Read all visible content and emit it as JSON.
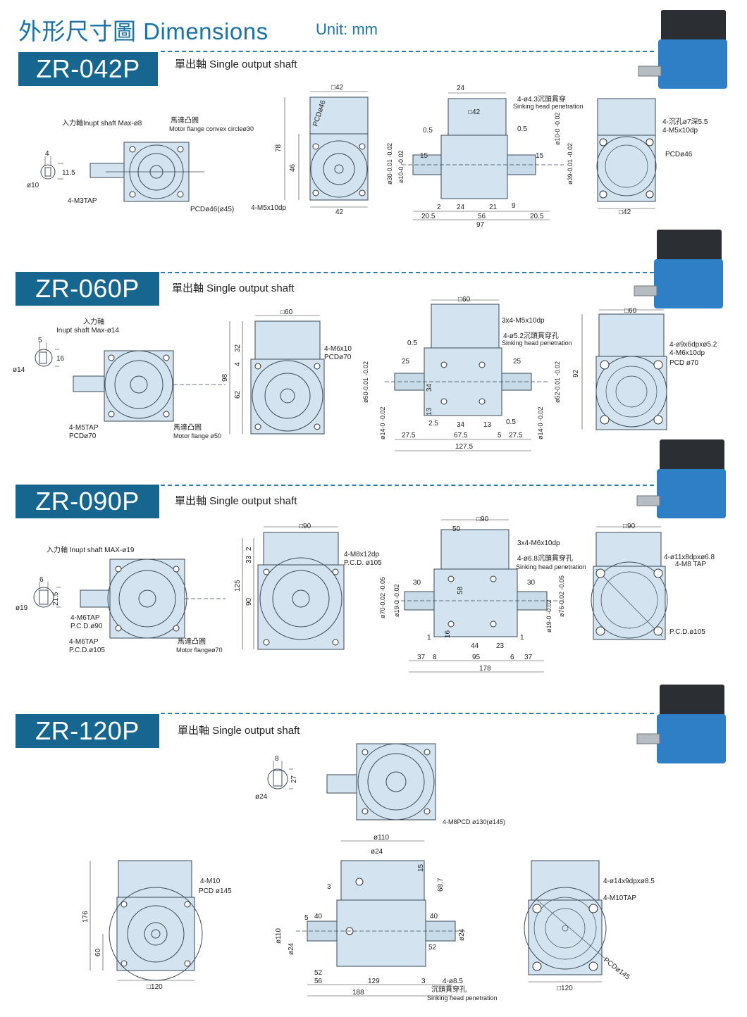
{
  "header": {
    "title": "外形尺寸圖 Dimensions",
    "unit": "Unit: mm"
  },
  "sections": [
    {
      "model": "ZR-042P",
      "desc": "單出軸 Single output shaft",
      "labels": {
        "input_shaft": "入力軸Inupt shaft Max-ø8",
        "motor_flange_cn": "馬達凸圓",
        "motor_flange_en": "Motor flange convex circleø30",
        "tap": "4-M3TAP",
        "pcd": "PCDø46(ø45)",
        "d_w": "4",
        "d_key": "11.5",
        "d_shaft": "ø10",
        "front_sq": "□42",
        "front_pcd": "PCDø46",
        "front_h": "78",
        "front_h2": "46",
        "front_w": "42",
        "front_tap": "4-M5x10dp",
        "side_top": "24",
        "side_sq": "□42",
        "side_hole_cn": "4-ø4.3沉頭貫穿",
        "side_hole_en": "Sinking head penetration",
        "side_l05": "0.5",
        "side_r05": "0.5",
        "side_l15": "15",
        "side_r15": "15",
        "side_d30": "ø30-0.01 -0.02",
        "side_d10": "ø10-0 -0.02",
        "side_d10r": "ø10-0 -0.02",
        "side_d39": "ø39-0.01 -0.02",
        "side_b2": "2",
        "side_b24": "24",
        "side_b21": "21",
        "side_b9": "9",
        "side_b205": "20.5",
        "side_b56": "56",
        "side_b205r": "20.5",
        "side_b97": "97",
        "back_hole_cn": "4-沉孔ø7深5.5",
        "back_tap": "4-M5x10dp",
        "back_pcd": "PCDø46",
        "back_sq": "□42"
      }
    },
    {
      "model": "ZR-060P",
      "desc": "單出軸 Single output shaft",
      "labels": {
        "input_shaft_cn": "入力軸",
        "input_shaft": "Inupt shaft Max-ø14",
        "d_w": "5",
        "d_key": "16",
        "d_shaft": "ø14",
        "tap": "4-M5TAP",
        "pcd": "PCDø70",
        "motor_flange_cn": "馬達凸圓",
        "motor_flange_en": "Motor flange ø50",
        "front_sq": "□60",
        "front_h": "98",
        "front_h2": "32",
        "front_h3": "4",
        "front_h4": "62",
        "front_tap": "4-M6x10",
        "front_pcd": "PCDø70",
        "side_sq": "□60",
        "side_tap": "3x4-M5x10dp",
        "side_hole_cn": "4-ø5.2沉頭貫穿孔",
        "side_hole_en": "Sinking head penetration",
        "side_l05": "0.5",
        "side_l25": "25",
        "side_r25": "25",
        "side_d50": "ø50-0.01 -0.02",
        "side_d52": "ø52-0.01 -0.02",
        "side_34": "34",
        "side_13": "13",
        "side_d14": "ø14-0 -0.02",
        "side_d14r": "ø14-0 -0.02",
        "side_b25": "2.5",
        "side_b34": "34",
        "side_b13": "13",
        "side_b05": "0.5",
        "side_b275": "27.5",
        "side_b675": "67.5",
        "side_b5": "5",
        "side_b275r": "27.5",
        "side_b1275": "127.5",
        "back_sq": "□60",
        "back_h": "92",
        "back_hole": "4-ø9x6dpxø5.2",
        "back_tap": "4-M6x10dp",
        "back_pcd": "PCD ø70"
      }
    },
    {
      "model": "ZR-090P",
      "desc": "單出軸 Single output shaft",
      "labels": {
        "input_shaft": "入力軸 Inupt shaft MAX-ø19",
        "d_w": "6",
        "d_key": "21.5",
        "d_shaft": "ø19",
        "tap1": "4-M6TAP",
        "pcd1": "P.C.D.ø90",
        "tap2": "4-M6TAP",
        "pcd2": "P.C.D.ø105",
        "motor_flange_cn": "馬達凸圓",
        "motor_flange_en": "Motor flangeø70",
        "front_sq": "□90",
        "front_h": "125",
        "front_h2": "2",
        "front_h3": "33",
        "front_h4": "90",
        "front_tap": "4-M8x12dp",
        "front_pcd": "P.C.D. ø105",
        "side_sq": "□90",
        "side_50": "50",
        "side_tap": "3x4-M6x10dp",
        "side_hole_cn": "4-ø6.8沉頭貫穿孔",
        "side_hole_en": "Sinking head penetration",
        "side_l30": "30",
        "side_r30": "30",
        "side_58": "58",
        "side_d70": "ø70-0.02 -0.05",
        "side_d19": "ø19-0 -0.02",
        "side_d19r": "ø19-0 -0.02",
        "side_d76": "ø76-0.02 -0.05",
        "side_l1": "1",
        "side_r1": "1",
        "side_16": "16",
        "side_b44": "44",
        "side_b23": "23",
        "side_b37": "37",
        "side_b8": "8",
        "side_b95": "95",
        "side_b6": "6",
        "side_b37r": "37",
        "side_b178": "178",
        "back_sq": "□90",
        "back_hole": "4-ø11x8dpxø6.8",
        "back_tap": "4-M8 TAP",
        "back_pcd": "P.C.D.ø105"
      }
    },
    {
      "model": "ZR-120P",
      "desc": "單出軸 Single output shaft",
      "labels": {
        "d_w": "8",
        "d_key": "27",
        "d_shaft": "ø24",
        "top_tap": "4-M8PCD ø130(ø145)",
        "front_tap": "4-M10",
        "front_pcd": "PCD ø145",
        "front_h": "176",
        "front_h2": "60",
        "front_sq": "□120",
        "side_d110top": "ø110",
        "side_d24top": "ø24",
        "side_15": "15",
        "side_3": "3",
        "side_687": "68.7",
        "side_5": "5",
        "side_40": "40",
        "side_40r": "40",
        "side_d110": "ø110",
        "side_d24": "ø24",
        "side_d24r": "ø24",
        "side_52r": "52",
        "side_52": "52",
        "side_56": "56",
        "side_129": "129",
        "side_3b": "3",
        "side_188": "188",
        "side_hole": "4-ø8.5",
        "side_hole_cn": "沉頭貫穿孔",
        "side_hole_en": "Sinking head penetration",
        "back_hole": "4-ø14x9dpxø8.5",
        "back_tap": "4-M10TAP",
        "back_pcd": "PCDø145",
        "back_sq": "□120"
      }
    }
  ]
}
